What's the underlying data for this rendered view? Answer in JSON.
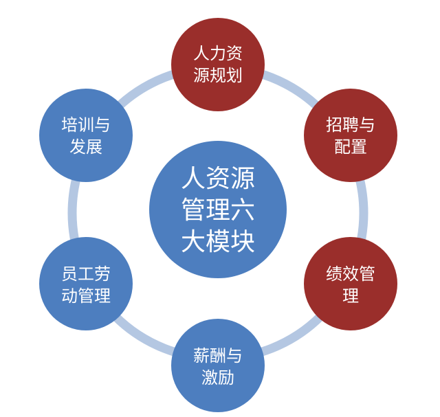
{
  "center": {
    "lines": [
      "人资源",
      "管理六",
      "大模块"
    ]
  },
  "nodes": [
    {
      "lines": [
        "人力资",
        "源规划"
      ],
      "color": "#9a2e2b"
    },
    {
      "lines": [
        "招聘与",
        "配置"
      ],
      "color": "#9a2e2b"
    },
    {
      "lines": [
        "绩效管",
        "理"
      ],
      "color": "#9a2e2b"
    },
    {
      "lines": [
        "薪酬与",
        "激励"
      ],
      "color": "#4d7ebf"
    },
    {
      "lines": [
        "员工劳",
        "动管理"
      ],
      "color": "#4d7ebf"
    },
    {
      "lines": [
        "培训与",
        "发展"
      ],
      "color": "#4d7ebf"
    }
  ],
  "colors": {
    "center": "#4d7ebf",
    "ring": "#b4c7e2"
  }
}
